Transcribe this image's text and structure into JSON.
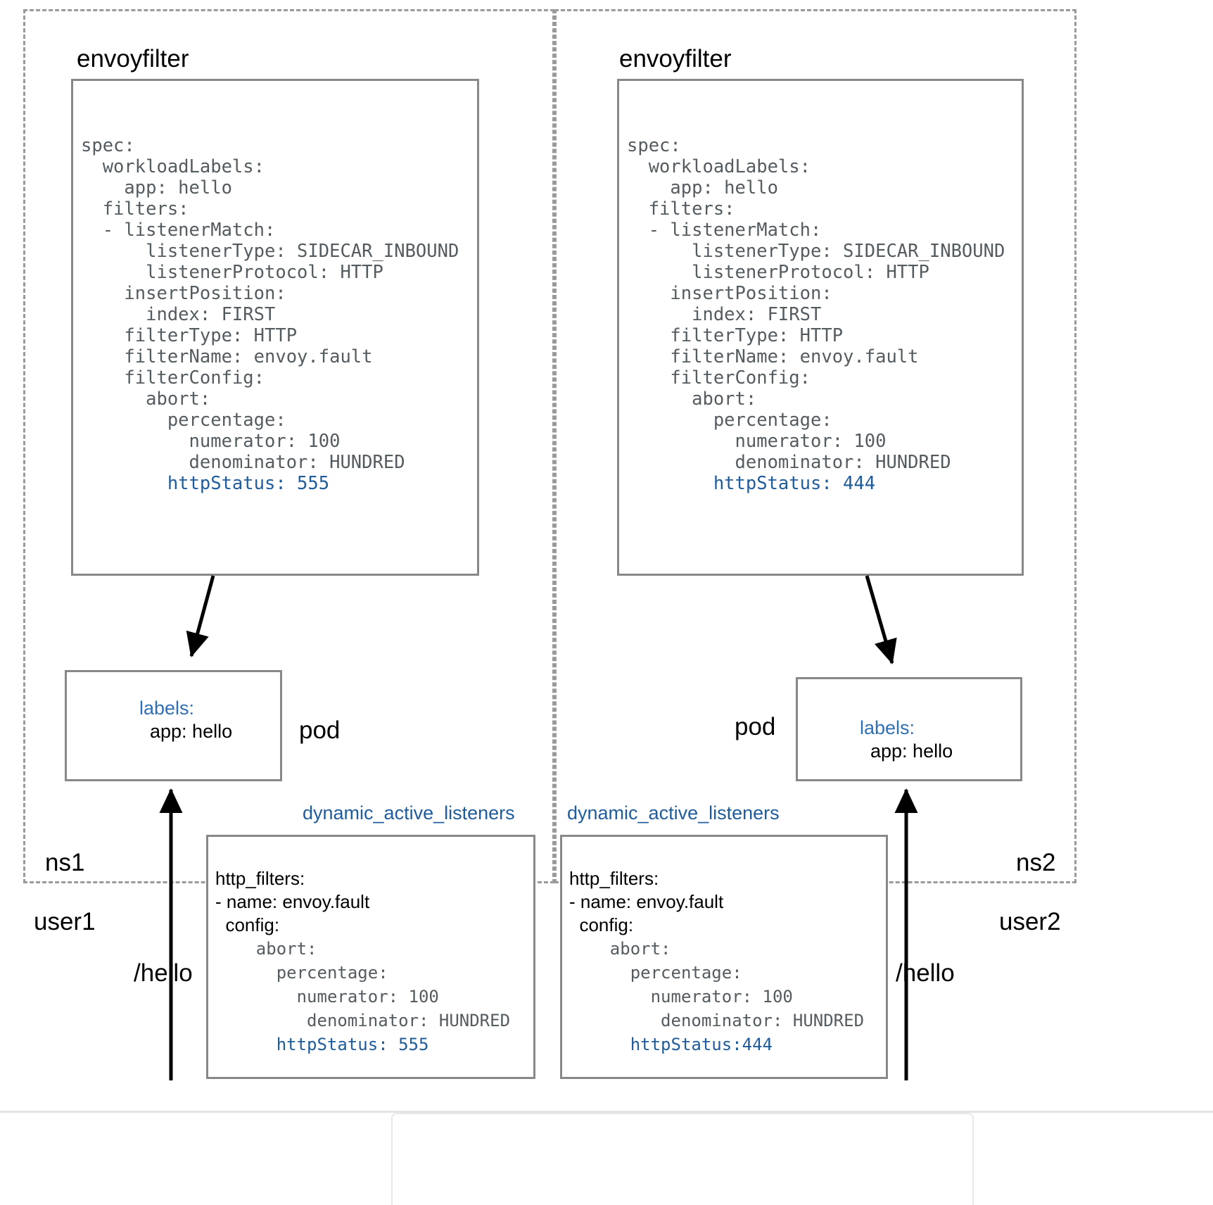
{
  "diagram": {
    "namespaces": [
      {
        "id": "ns1",
        "label": "ns1",
        "user": "user1",
        "request_path": "/hello"
      },
      {
        "id": "ns2",
        "label": "ns2",
        "user": "user2",
        "request_path": "/hello"
      }
    ],
    "envoyfilters": [
      {
        "title": "envoyfilter",
        "http_status": "555",
        "yaml_plain": "spec:\n  workloadLabels:\n    app: hello\n  filters:\n  - listenerMatch:\n      listenerType: SIDECAR_INBOUND\n      listenerProtocol: HTTP\n    insertPosition:\n      index: FIRST\n    filterType: HTTP\n    filterName: envoy.fault\n    filterConfig:\n      abort:\n        percentage:\n          numerator: 100\n          denominator: HUNDRED\n",
        "yaml_accent_line": "        httpStatus: 555"
      },
      {
        "title": "envoyfilter",
        "http_status": "444",
        "yaml_plain": "spec:\n  workloadLabels:\n    app: hello\n  filters:\n  - listenerMatch:\n      listenerType: SIDECAR_INBOUND\n      listenerProtocol: HTTP\n    insertPosition:\n      index: FIRST\n    filterType: HTTP\n    filterName: envoy.fault\n    filterConfig:\n      abort:\n        percentage:\n          numerator: 100\n          denominator: HUNDRED\n",
        "yaml_accent_line": "        httpStatus: 444"
      }
    ],
    "pods": [
      {
        "tag": "pod",
        "labels_key": "labels:",
        "labels_value": "  app: hello"
      },
      {
        "tag": "pod",
        "labels_key": "labels:",
        "labels_value": "  app: hello"
      }
    ],
    "listeners": [
      {
        "title": "dynamic_active_listeners",
        "sans_lines": "http_filters:\n- name: envoy.fault\n  config:",
        "mono_lines": "    abort:\n      percentage:\n        numerator: 100\n         denominator: HUNDRED",
        "accent_line": "      httpStatus: 555",
        "http_status": "555"
      },
      {
        "title": "dynamic_active_listeners",
        "sans_lines": "http_filters:\n- name: envoy.fault\n  config:",
        "mono_lines": "    abort:\n      percentage:\n        numerator: 100\n         denominator: HUNDRED",
        "accent_line": "      httpStatus:444",
        "http_status": "444"
      }
    ],
    "colors": {
      "accent_blue": "#1f5c9c",
      "pod_label_blue": "#2f6fb5",
      "mono_gray": "#555c60",
      "box_border": "#888888",
      "dashed_border": "#9a9a9a"
    }
  }
}
